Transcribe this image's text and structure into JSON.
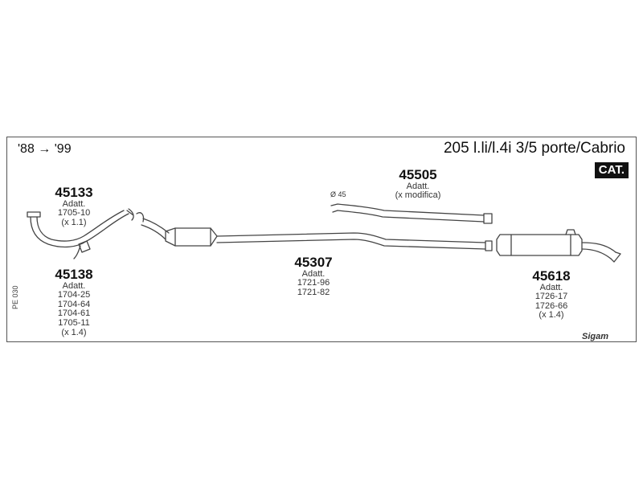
{
  "header": {
    "years": "'88 → '99",
    "model": "205 l.li/l.4i 3/5 porte/Cabrio",
    "badge": "CAT."
  },
  "parts": [
    {
      "number": "45133",
      "lines": [
        "Adatt.",
        "1705-10",
        "(x 1.1)"
      ]
    },
    {
      "number": "45138",
      "lines": [
        "Adatt.",
        "1704-25",
        "1704-64",
        "1704-61",
        "1705-11",
        "(x 1.4)"
      ]
    },
    {
      "number": "45307",
      "lines": [
        "Adatt.",
        "1721-96",
        "1721-82"
      ]
    },
    {
      "number": "45505",
      "lines": [
        "Adatt.",
        "(x modifica)"
      ]
    },
    {
      "number": "45618",
      "lines": [
        "Adatt.",
        "1726-17",
        "1726-66",
        "(x 1.4)"
      ]
    }
  ],
  "diameter_label": "Ø 45",
  "catalog_code": "PE 030",
  "brand": "Sigam"
}
